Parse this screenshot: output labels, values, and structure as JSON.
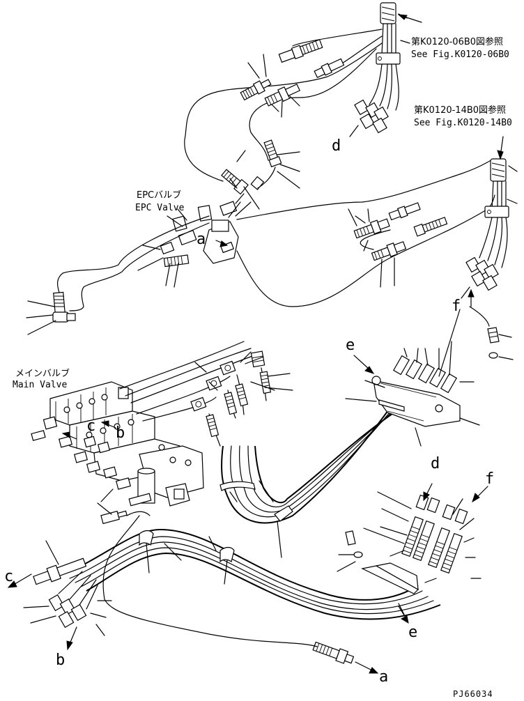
{
  "references": {
    "fig06_jp": "第K0120-06B0図参照",
    "fig06_en": "See Fig.K0120-06B0",
    "fig14_jp": "第K0120-14B0図参照",
    "fig14_en": "See Fig.K0120-14B0"
  },
  "components": {
    "epc_jp": "EPCバルブ",
    "epc_en": "EPC Valve",
    "main_jp": "メインバルブ",
    "main_en": "Main Valve"
  },
  "letters": {
    "a_epc": "a",
    "a_bottom": "a",
    "b_valve": "b",
    "b_bottom": "b",
    "c_valve": "c",
    "c_left": "c",
    "d_top": "d",
    "d_right": "d",
    "e_bracket": "e",
    "e_bottom": "e",
    "f_mid": "f",
    "f_right": "f"
  },
  "drawing_code": "PJ66034"
}
